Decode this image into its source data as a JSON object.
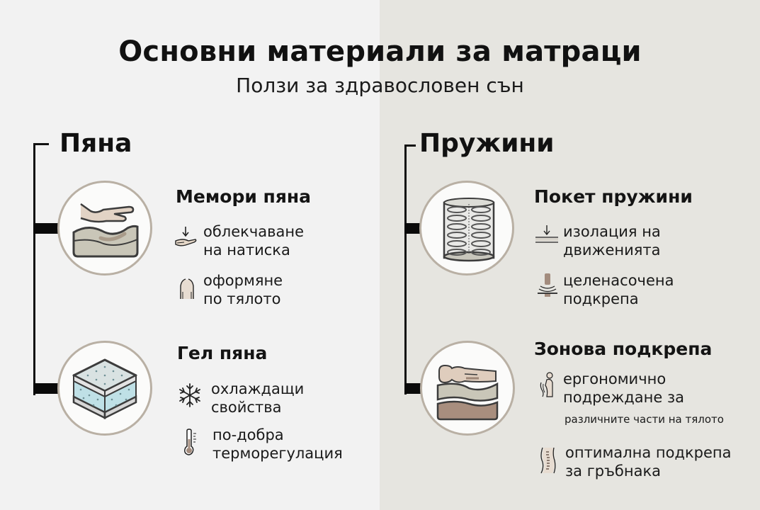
{
  "header": {
    "title": "Основни материали за матраци",
    "subtitle": "Ползи за здравословен сън"
  },
  "colors": {
    "left_background": "#f2f2f2",
    "right_background": "#e6e5e0",
    "text": "#111111",
    "circle_border": "#b9b0a4",
    "accent_beige": "#d9c9b8",
    "accent_brown": "#9e8676",
    "gel_blue": "#bfe0e6"
  },
  "sections": [
    {
      "title": "Пяна",
      "items": [
        {
          "title": "Мемори пяна",
          "illustration": "memory-foam-hand-icon",
          "benefits": [
            {
              "icon": "pressure-relief-hand-icon",
              "lines": [
                "облекчаване",
                "на натиска"
              ]
            },
            {
              "icon": "body-contour-torso-icon",
              "lines": [
                "оформяне",
                "по тялото"
              ]
            }
          ]
        },
        {
          "title": "Гел пяна",
          "illustration": "gel-foam-block-icon",
          "benefits": [
            {
              "icon": "snowflake-icon",
              "lines": [
                "охлаждащи",
                "свойства"
              ]
            },
            {
              "icon": "thermometer-icon",
              "lines": [
                "по-добра",
                "терморегулация"
              ]
            }
          ]
        }
      ]
    },
    {
      "title": "Пружини",
      "items": [
        {
          "title": "Покет пружини",
          "illustration": "pocket-springs-icon",
          "benefits": [
            {
              "icon": "motion-isolation-icon",
              "lines": [
                "изолация на",
                "движенията"
              ]
            },
            {
              "icon": "targeted-support-icon",
              "lines": [
                "целенасочена",
                "подкрепа"
              ]
            }
          ]
        },
        {
          "title": "Зонова подкрепа",
          "illustration": "zoned-support-body-icon",
          "benefits": [
            {
              "icon": "ergonomic-body-icon",
              "lines": [
                "ергономично",
                "подреждане за",
                "различните части на тялото"
              ]
            },
            {
              "icon": "spine-icon",
              "lines": [
                "оптимална подкрепа",
                "за гръбнака"
              ]
            }
          ]
        }
      ]
    }
  ]
}
